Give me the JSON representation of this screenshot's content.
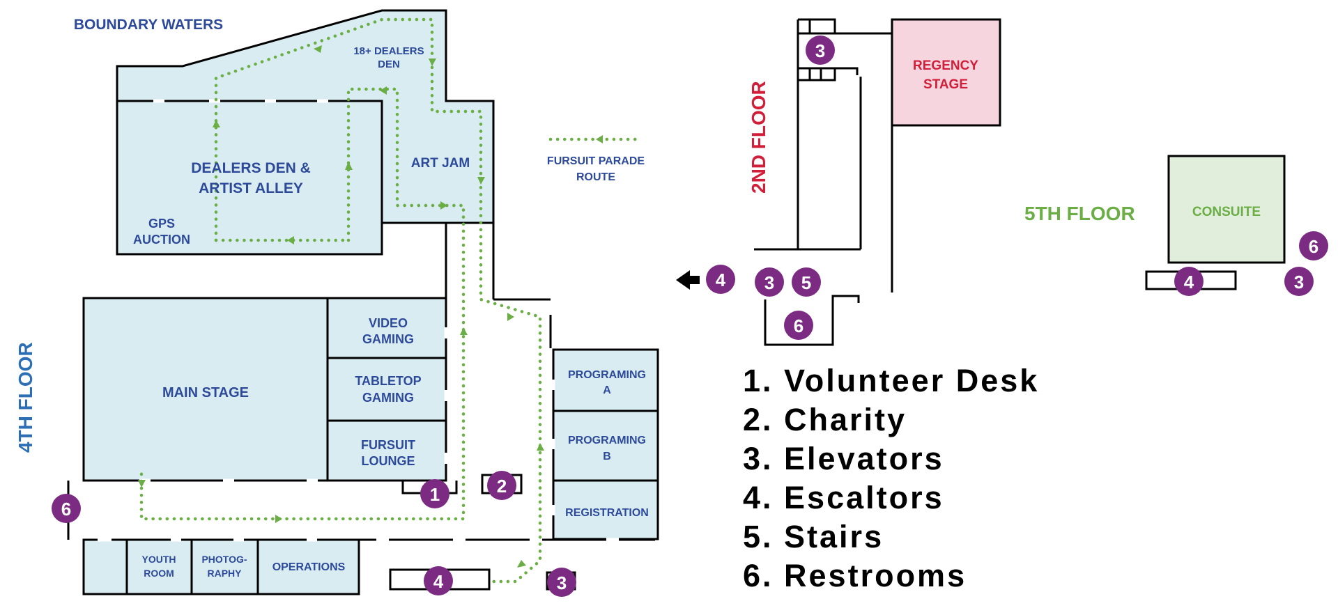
{
  "areas": {
    "boundary_waters": "BOUNDARY WATERS",
    "dealers_18_line1": "18+ DEALERS",
    "dealers_18_line2": "DEN",
    "dealers_den_line1": "DEALERS DEN &",
    "dealers_den_line2": "ARTIST ALLEY",
    "gps_line1": "GPS",
    "gps_line2": "AUCTION",
    "art_jam": "ART JAM",
    "video_line1": "VIDEO",
    "video_line2": "GAMING",
    "tabletop_line1": "TABLETOP",
    "tabletop_line2": "GAMING",
    "fursuit_line1": "FURSUIT",
    "fursuit_line2": "LOUNGE",
    "main_stage": "MAIN STAGE",
    "prog_a_line1": "PROGRAMING",
    "prog_a_line2": "A",
    "prog_b_line1": "PROGRAMING",
    "prog_b_line2": "B",
    "registration": "REGISTRATION",
    "youth_line1": "YOUTH",
    "youth_line2": "ROOM",
    "photo_line1": "PHOTOG-",
    "photo_line2": "RAPHY",
    "operations": "OPERATIONS",
    "regency_line1": "REGENCY",
    "regency_line2": "STAGE",
    "consuite": "CONSUITE"
  },
  "route_legend": {
    "line1": "FURSUIT PARADE",
    "line2": "ROUTE"
  },
  "floors": {
    "fourth": "4TH FLOOR",
    "second": "2ND FLOOR",
    "fifth": "5TH FLOOR"
  },
  "markers": {
    "m1": "1",
    "m2": "2",
    "m3a": "3",
    "m4a": "4",
    "m6a": "6",
    "m3b": "3",
    "m3c": "3",
    "m5": "5",
    "m6b": "6",
    "m4b": "4",
    "m6c": "6",
    "m4c": "4",
    "m3d": "3"
  },
  "legend": [
    "1. Volunteer Desk",
    "2. Charity",
    "3. Elevators",
    "4. Escaltors",
    "5. Stairs",
    "6. Restrooms"
  ],
  "colors": {
    "room_fill": "#d9ecf2",
    "marker": "#7b2b82",
    "route": "#6aae45",
    "regency_fill": "#f6d5df",
    "consuite_fill": "#e2eedc"
  }
}
